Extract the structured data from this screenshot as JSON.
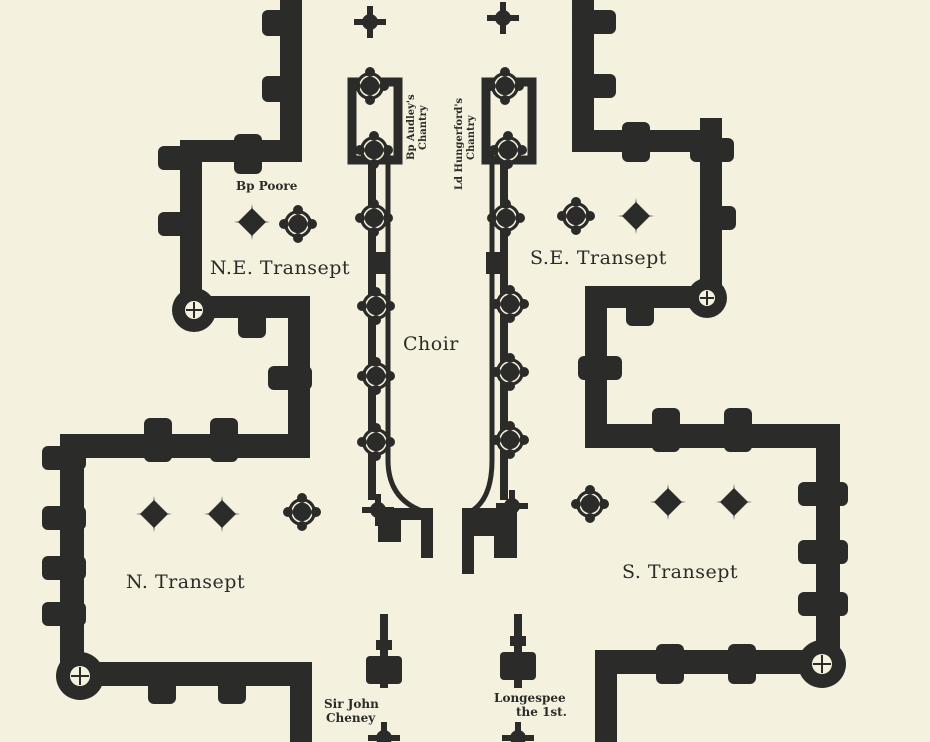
{
  "labels": {
    "bp_poore": "Bp Poore",
    "ne_transept": "N.E. Transept",
    "se_transept": "S.E. Transept",
    "choir": "Choir",
    "n_transept": "N. Transept",
    "s_transept": "S. Transept",
    "bp_audley_1": "Bp Audley's",
    "bp_audley_2": "Chantry",
    "hungerford_1": "Ld Hungerford's",
    "hungerford_2": "Chantry",
    "sir_john_1": "Sir John",
    "sir_john_2": "Cheney",
    "longespee_1": "Longespee",
    "longespee_2": "the 1st."
  },
  "colors": {
    "paper": "#f4f1de",
    "ink": "#2b2b29"
  },
  "icons": [
    "pier-cross-icon",
    "pier-round-icon",
    "buttress-icon",
    "spiral-stair-icon"
  ]
}
